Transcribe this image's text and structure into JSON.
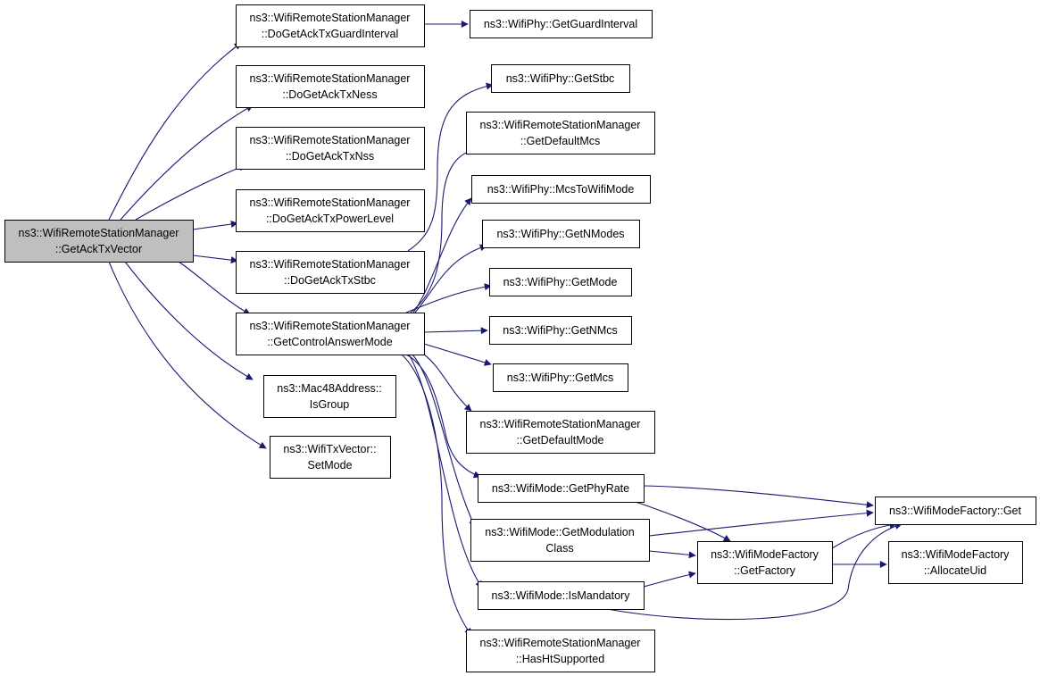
{
  "diagram": {
    "colors": {
      "node_fill": "#ffffff",
      "root_fill": "#bfbfbf",
      "node_border": "#000000",
      "edge": "#191970"
    },
    "nodes": [
      {
        "id": "root",
        "lines": [
          "ns3::WifiRemoteStationManager",
          "::GetAckTxVector"
        ],
        "highlighted": true
      },
      {
        "id": "doGetAckTxGuardInterval",
        "lines": [
          "ns3::WifiRemoteStationManager",
          "::DoGetAckTxGuardInterval"
        ]
      },
      {
        "id": "wifiPhyGetGuardInterval",
        "lines": [
          "ns3::WifiPhy::GetGuardInterval"
        ]
      },
      {
        "id": "doGetAckTxNess",
        "lines": [
          "ns3::WifiRemoteStationManager",
          "::DoGetAckTxNess"
        ]
      },
      {
        "id": "doGetAckTxNss",
        "lines": [
          "ns3::WifiRemoteStationManager",
          "::DoGetAckTxNss"
        ]
      },
      {
        "id": "doGetAckTxPowerLevel",
        "lines": [
          "ns3::WifiRemoteStationManager",
          "::DoGetAckTxPowerLevel"
        ]
      },
      {
        "id": "doGetAckTxStbc",
        "lines": [
          "ns3::WifiRemoteStationManager",
          "::DoGetAckTxStbc"
        ]
      },
      {
        "id": "getControlAnswerMode",
        "lines": [
          "ns3::WifiRemoteStationManager",
          "::GetControlAnswerMode"
        ]
      },
      {
        "id": "mac48IsGroup",
        "lines": [
          "ns3::Mac48Address::",
          "IsGroup"
        ]
      },
      {
        "id": "wifiTxVectorSetMode",
        "lines": [
          "ns3::WifiTxVector::",
          "SetMode"
        ]
      },
      {
        "id": "wifiPhyGetStbc",
        "lines": [
          "ns3::WifiPhy::GetStbc"
        ]
      },
      {
        "id": "getDefaultMcs",
        "lines": [
          "ns3::WifiRemoteStationManager",
          "::GetDefaultMcs"
        ]
      },
      {
        "id": "mcsToWifiMode",
        "lines": [
          "ns3::WifiPhy::McsToWifiMode"
        ]
      },
      {
        "id": "getNModes",
        "lines": [
          "ns3::WifiPhy::GetNModes"
        ]
      },
      {
        "id": "getMode",
        "lines": [
          "ns3::WifiPhy::GetMode"
        ]
      },
      {
        "id": "getNMcs",
        "lines": [
          "ns3::WifiPhy::GetNMcs"
        ]
      },
      {
        "id": "getMcs",
        "lines": [
          "ns3::WifiPhy::GetMcs"
        ]
      },
      {
        "id": "getDefaultMode",
        "lines": [
          "ns3::WifiRemoteStationManager",
          "::GetDefaultMode"
        ]
      },
      {
        "id": "getPhyRate",
        "lines": [
          "ns3::WifiMode::GetPhyRate"
        ]
      },
      {
        "id": "getModulationClass",
        "lines": [
          "ns3::WifiMode::GetModulation",
          "Class"
        ]
      },
      {
        "id": "isMandatory",
        "lines": [
          "ns3::WifiMode::IsMandatory"
        ]
      },
      {
        "id": "hasHtSupported",
        "lines": [
          "ns3::WifiRemoteStationManager",
          "::HasHtSupported"
        ]
      },
      {
        "id": "factoryGet",
        "lines": [
          "ns3::WifiModeFactory::Get"
        ]
      },
      {
        "id": "getFactory",
        "lines": [
          "ns3::WifiModeFactory",
          "::GetFactory"
        ]
      },
      {
        "id": "allocateUid",
        "lines": [
          "ns3::WifiModeFactory",
          "::AllocateUid"
        ]
      }
    ],
    "edges": [
      {
        "from": "root",
        "to": "doGetAckTxGuardInterval"
      },
      {
        "from": "root",
        "to": "doGetAckTxNess"
      },
      {
        "from": "root",
        "to": "doGetAckTxNss"
      },
      {
        "from": "root",
        "to": "doGetAckTxPowerLevel"
      },
      {
        "from": "root",
        "to": "doGetAckTxStbc"
      },
      {
        "from": "root",
        "to": "getControlAnswerMode"
      },
      {
        "from": "root",
        "to": "mac48IsGroup"
      },
      {
        "from": "root",
        "to": "wifiTxVectorSetMode"
      },
      {
        "from": "doGetAckTxGuardInterval",
        "to": "wifiPhyGetGuardInterval"
      },
      {
        "from": "doGetAckTxStbc",
        "to": "wifiPhyGetStbc"
      },
      {
        "from": "getControlAnswerMode",
        "to": "getDefaultMcs"
      },
      {
        "from": "getControlAnswerMode",
        "to": "mcsToWifiMode"
      },
      {
        "from": "getControlAnswerMode",
        "to": "getNModes"
      },
      {
        "from": "getControlAnswerMode",
        "to": "getMode"
      },
      {
        "from": "getControlAnswerMode",
        "to": "getNMcs"
      },
      {
        "from": "getControlAnswerMode",
        "to": "getMcs"
      },
      {
        "from": "getControlAnswerMode",
        "to": "getDefaultMode"
      },
      {
        "from": "getControlAnswerMode",
        "to": "getPhyRate"
      },
      {
        "from": "getControlAnswerMode",
        "to": "getModulationClass"
      },
      {
        "from": "getControlAnswerMode",
        "to": "isMandatory"
      },
      {
        "from": "getControlAnswerMode",
        "to": "hasHtSupported"
      },
      {
        "from": "getPhyRate",
        "to": "factoryGet"
      },
      {
        "from": "getPhyRate",
        "to": "getFactory"
      },
      {
        "from": "getModulationClass",
        "to": "factoryGet"
      },
      {
        "from": "getModulationClass",
        "to": "getFactory"
      },
      {
        "from": "isMandatory",
        "to": "getFactory"
      },
      {
        "from": "isMandatory",
        "to": "factoryGet"
      },
      {
        "from": "getFactory",
        "to": "factoryGet"
      },
      {
        "from": "getFactory",
        "to": "allocateUid"
      }
    ]
  }
}
